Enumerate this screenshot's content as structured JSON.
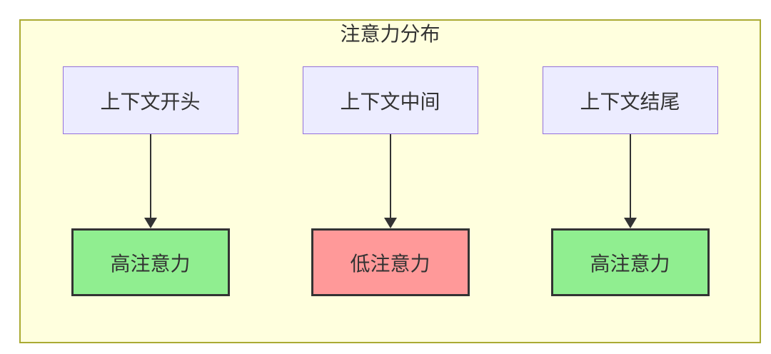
{
  "diagram": {
    "title": "注意力分布",
    "columns": [
      {
        "source": "上下文开头",
        "result": "高注意力",
        "level": "high"
      },
      {
        "source": "上下文中间",
        "result": "低注意力",
        "level": "low"
      },
      {
        "source": "上下文结尾",
        "result": "高注意力",
        "level": "high"
      }
    ],
    "colors": {
      "page_bg": "#FFFFFF",
      "container_bg": "#FFFFDE",
      "container_border": "#AAAA33",
      "source_node_bg": "#ECECFF",
      "source_node_border": "#9370DB",
      "high_attention_bg": "#90EE90",
      "low_attention_bg": "#FF9999",
      "result_node_border": "#333333",
      "arrow": "#333333",
      "text": "#333333"
    }
  }
}
